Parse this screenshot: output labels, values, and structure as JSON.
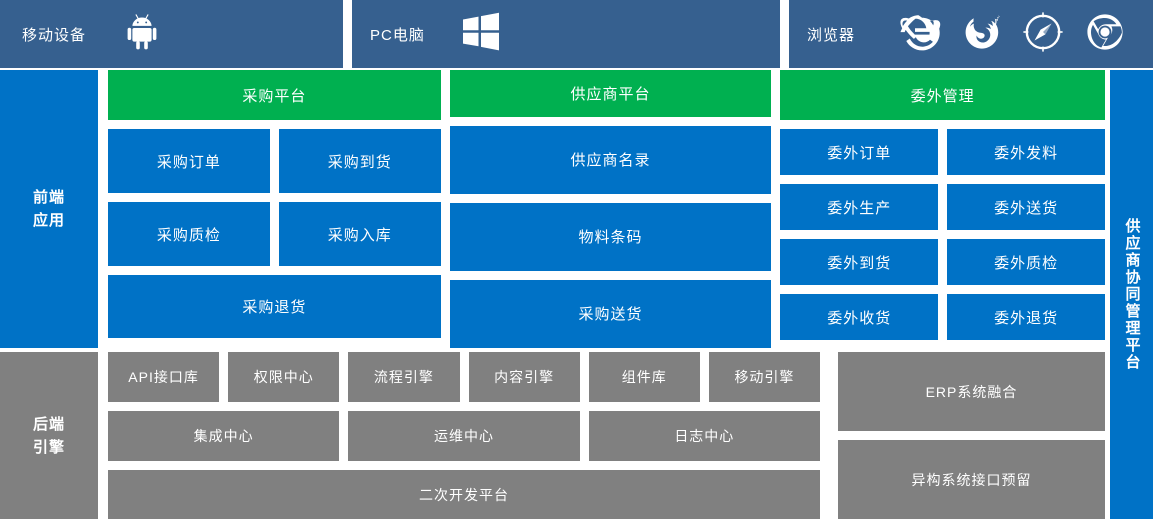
{
  "header": {
    "panels": [
      {
        "label": "移动设备",
        "icons": [
          "android-icon"
        ]
      },
      {
        "label": "PC电脑",
        "icons": [
          "windows-icon"
        ]
      },
      {
        "label": "浏览器",
        "icons": [
          "internet-explorer-icon",
          "firefox-icon",
          "safari-icon",
          "chrome-icon"
        ]
      }
    ],
    "bg_color": "#36608F"
  },
  "frontend": {
    "side_label_line1": "前端",
    "side_label_line2": "应用",
    "side_color": "#0072C6",
    "header_color": "#00B050",
    "card_color": "#0072C6",
    "columns": [
      {
        "title": "采购平台",
        "rows": [
          [
            "采购订单",
            "采购到货"
          ],
          [
            "采购质检",
            "采购入库"
          ],
          [
            "采购退货"
          ]
        ]
      },
      {
        "title": "供应商平台",
        "rows": [
          [
            "供应商名录"
          ],
          [
            "物料条码"
          ],
          [
            "采购送货"
          ]
        ]
      },
      {
        "title": "委外管理",
        "rows": [
          [
            "委外订单",
            "委外发料"
          ],
          [
            "委外生产",
            "委外送货"
          ],
          [
            "委外到货",
            "委外质检"
          ],
          [
            "委外收货",
            "委外退货"
          ]
        ]
      }
    ]
  },
  "rightbar": {
    "label": "供应商协同管理平台",
    "color": "#0072C6"
  },
  "backend": {
    "side_label_line1": "后端",
    "side_label_line2": "引擎",
    "card_color": "#808080",
    "row1": [
      "API接口库",
      "权限中心",
      "流程引擎",
      "内容引擎",
      "组件库",
      "移动引擎"
    ],
    "row2": [
      "集成中心",
      "运维中心",
      "日志中心"
    ],
    "row3": "二次开发平台",
    "right_column": [
      "ERP系统融合",
      "异构系统接口预留"
    ]
  }
}
